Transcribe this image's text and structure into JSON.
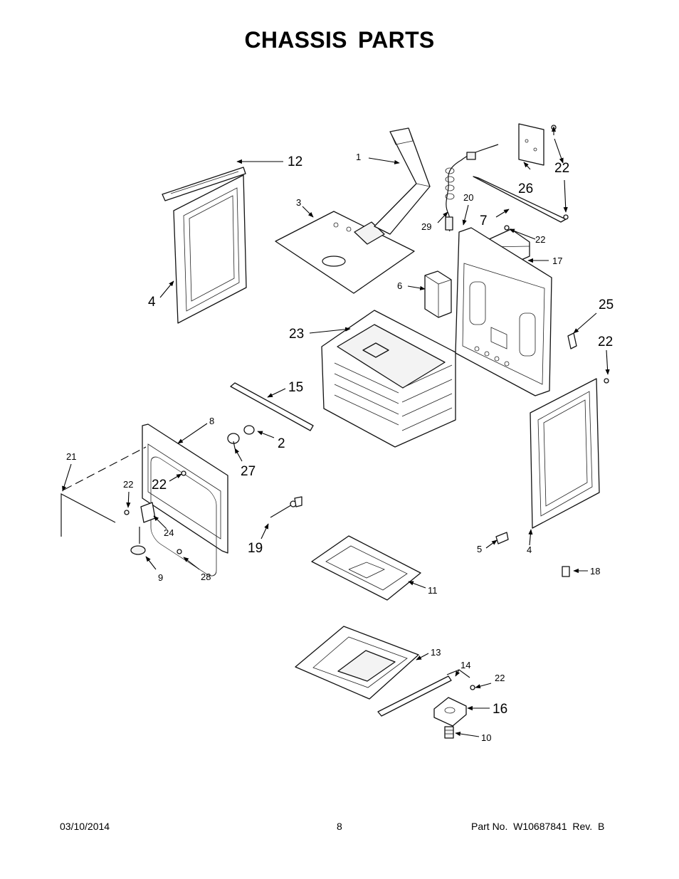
{
  "title": "CHASSIS PARTS",
  "footer": {
    "date": "03/10/2014",
    "page": "8",
    "part_no": "Part No.  W10687841  Rev.  B"
  },
  "callouts": {
    "c1": "1",
    "c2": "2",
    "c3": "3",
    "c4a": "4",
    "c4b": "4",
    "c5": "5",
    "c6": "6",
    "c7": "7",
    "c8": "8",
    "c9": "9",
    "c10": "10",
    "c11": "11",
    "c12": "12",
    "c13": "13",
    "c14": "14",
    "c15": "15",
    "c16": "16",
    "c17": "17",
    "c18": "18",
    "c19": "19",
    "c20": "20",
    "c21": "21",
    "c22a": "22",
    "c22b": "22",
    "c22c": "22",
    "c22d": "22",
    "c22e": "22",
    "c22f": "22",
    "c23": "23",
    "c24": "24",
    "c25": "25",
    "c26": "26",
    "c27": "27",
    "c28": "28",
    "c29": "29"
  }
}
